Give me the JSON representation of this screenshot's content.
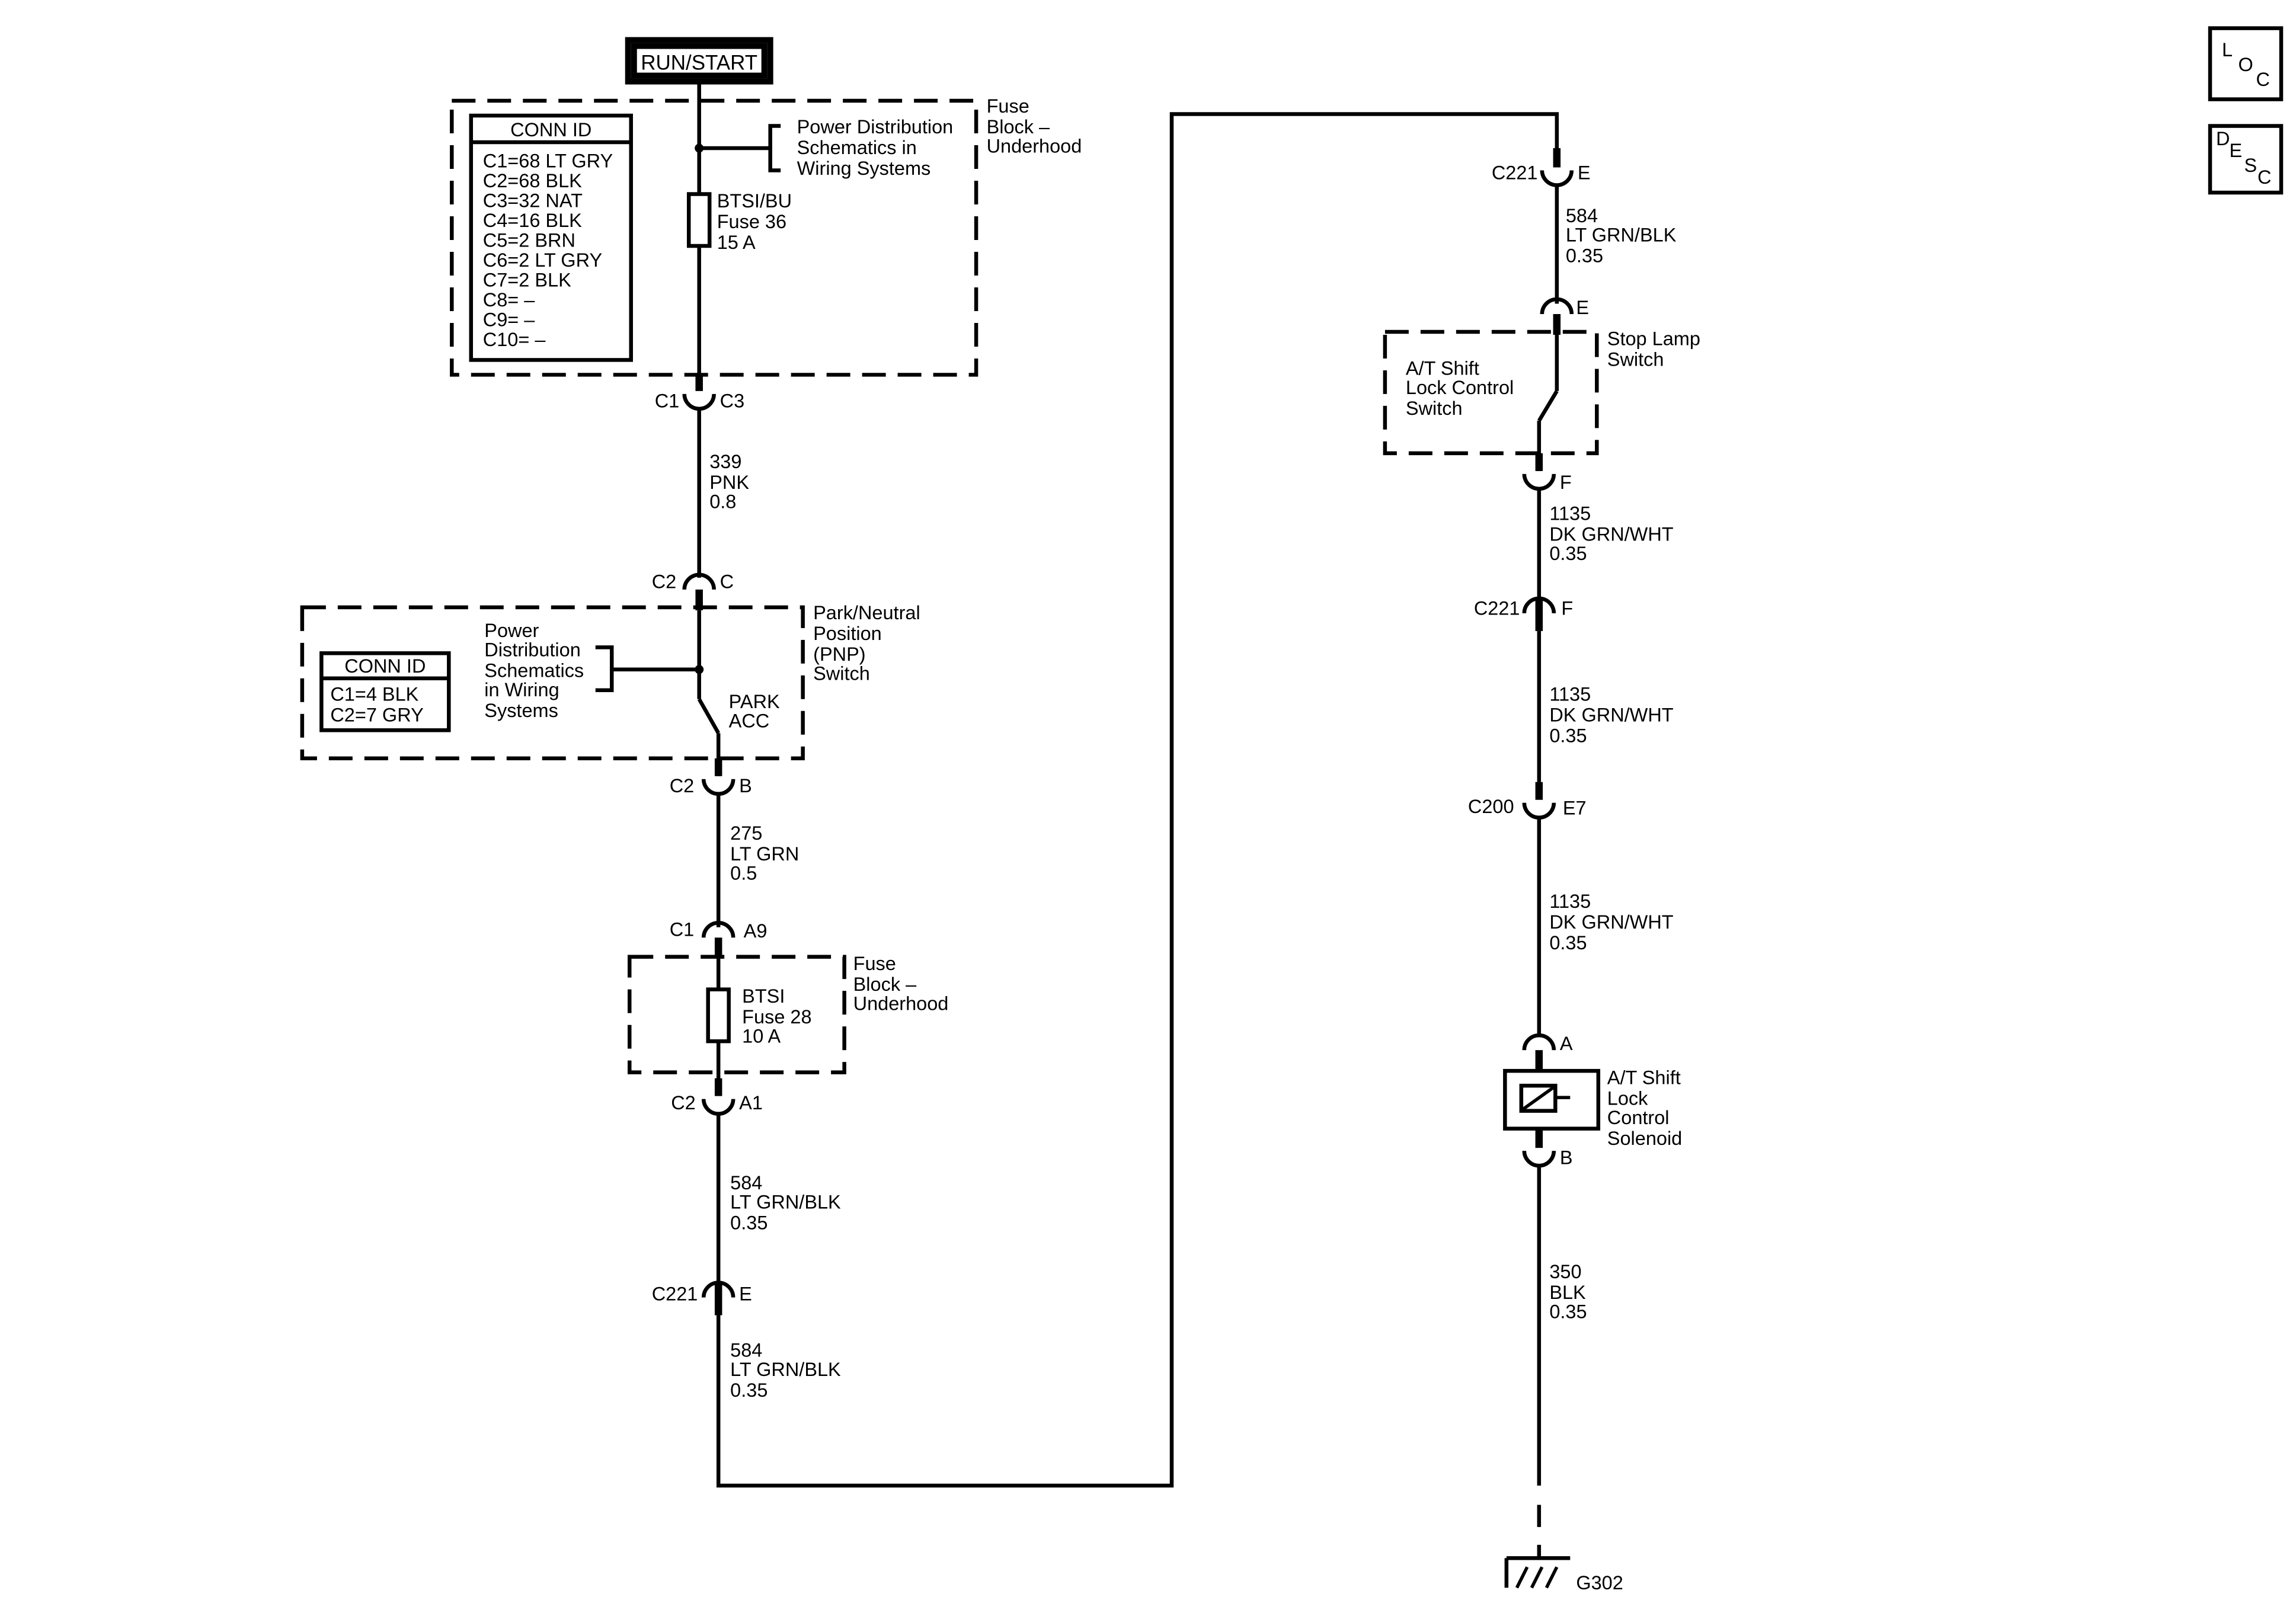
{
  "power_source": "RUN/START",
  "nav_buttons": {
    "loc": [
      "L",
      "O",
      "C"
    ],
    "desc": [
      "D",
      "E",
      "S",
      "C"
    ]
  },
  "fuse_block_top": {
    "label": [
      "Fuse",
      "Block –",
      "Underhood"
    ],
    "conn_id_title": "CONN ID",
    "conn_id_rows": [
      "C1=68 LT GRY",
      "C2=68 BLK",
      "C3=32 NAT",
      "C4=16 BLK",
      "C5=2 BRN",
      "C6=2 LT GRY",
      "C7=2 BLK",
      "C8= –",
      "C9= –",
      "C10= –"
    ],
    "power_dist_ref": [
      "Power Distribution",
      "Schematics in",
      "Wiring Systems"
    ],
    "fuse": [
      "BTSI/BU",
      "Fuse 36",
      "15 A"
    ],
    "conn_left": "C1",
    "conn_right": "C3"
  },
  "wire_339": [
    "339",
    "PNK",
    "0.8"
  ],
  "pnp_switch": {
    "conn_top_left": "C2",
    "conn_top_right": "C",
    "label": [
      "Park/Neutral",
      "Position",
      "(PNP)",
      "Switch"
    ],
    "conn_id_title": "CONN ID",
    "conn_id_rows": [
      "C1=4 BLK",
      "C2=7 GRY"
    ],
    "power_dist_ref": [
      "Power",
      "Distribution",
      "Schematics",
      "in Wiring",
      "Systems"
    ],
    "contact": [
      "PARK",
      "ACC"
    ],
    "conn_bottom_left": "C2",
    "conn_bottom_right": "B"
  },
  "wire_275": [
    "275",
    "LT GRN",
    "0.5"
  ],
  "fuse_block_mid": {
    "conn_top_left": "C1",
    "conn_top_right": "A9",
    "label": [
      "Fuse",
      "Block –",
      "Underhood"
    ],
    "fuse": [
      "BTSI",
      "Fuse 28",
      "10 A"
    ],
    "conn_bottom_left": "C2",
    "conn_bottom_right": "A1"
  },
  "wire_584_a": [
    "584",
    "LT GRN/BLK",
    "0.35"
  ],
  "conn_c221_left": {
    "name": "C221",
    "pin": "E"
  },
  "wire_584_b": [
    "584",
    "LT GRN/BLK",
    "0.35"
  ],
  "conn_c221_right_top": {
    "name": "C221",
    "pin": "E"
  },
  "wire_584_c": [
    "584",
    "LT GRN/BLK",
    "0.35"
  ],
  "stop_lamp": {
    "pin_top": "E",
    "label": [
      "Stop Lamp",
      "Switch"
    ],
    "inner_label": [
      "A/T Shift",
      "Lock Control",
      "Switch"
    ],
    "pin_bottom": "F"
  },
  "wire_1135_a": [
    "1135",
    "DK GRN/WHT",
    "0.35"
  ],
  "conn_c221_f": {
    "name": "C221",
    "pin": "F"
  },
  "wire_1135_b": [
    "1135",
    "DK GRN/WHT",
    "0.35"
  ],
  "conn_c200": {
    "name": "C200",
    "pin": "E7"
  },
  "wire_1135_c": [
    "1135",
    "DK GRN/WHT",
    "0.35"
  ],
  "solenoid": {
    "pin_top": "A",
    "label": [
      "A/T Shift",
      "Lock",
      "Control",
      "Solenoid"
    ],
    "pin_bottom": "B"
  },
  "wire_350": [
    "350",
    "BLK",
    "0.35"
  ],
  "ground": "G302"
}
